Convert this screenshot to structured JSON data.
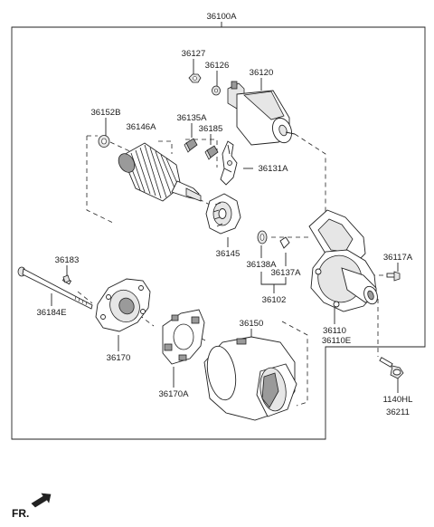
{
  "labels": [
    {
      "text": "36100A"
    },
    {
      "text": "36127"
    },
    {
      "text": "36126"
    },
    {
      "text": "36120"
    },
    {
      "text": "36152B"
    },
    {
      "text": "36135A"
    },
    {
      "text": "36146A"
    },
    {
      "text": "36185"
    },
    {
      "text": "36131A"
    },
    {
      "text": "36145"
    },
    {
      "text": "36117A"
    },
    {
      "text": "36183"
    },
    {
      "text": "36138A"
    },
    {
      "text": "36137A"
    },
    {
      "text": "36102"
    },
    {
      "text": "36184E"
    },
    {
      "text": "36150"
    },
    {
      "text": "36110"
    },
    {
      "text": "36110E"
    },
    {
      "text": "36170"
    },
    {
      "text": "36170A"
    },
    {
      "text": "1140HL"
    },
    {
      "text": "36211"
    }
  ],
  "front_label": "FR."
}
